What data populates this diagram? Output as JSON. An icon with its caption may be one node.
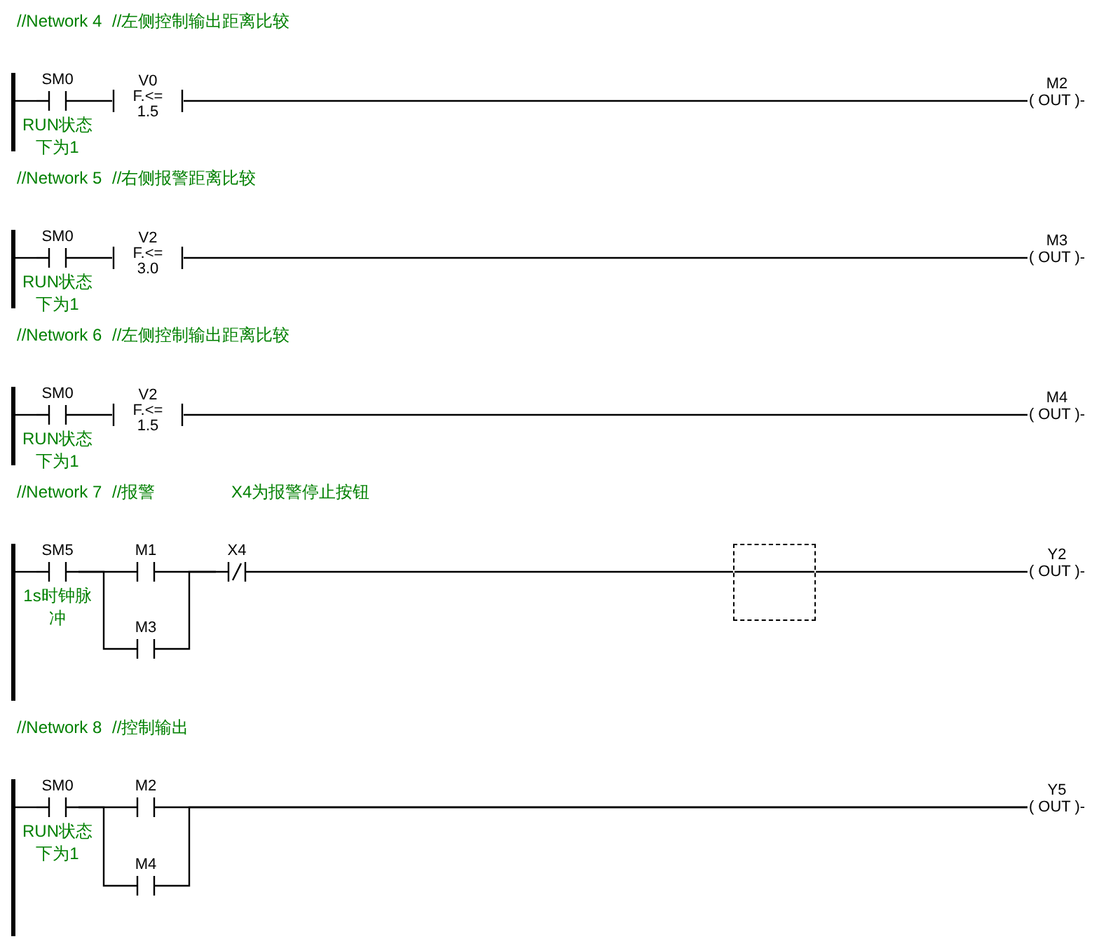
{
  "diagram": {
    "nodes": [
      {
        "text": [],
        "shape": "bar"
      },
      {
        "text": [
          "SM0"
        ],
        "beside": [
          "RUN状态下为1"
        ]
      },
      {
        "text": [
          "V0",
          "F.<=",
          "1.5"
        ]
      },
      {
        "text": [
          "M2",
          "( OUT )-"
        ]
      },
      {
        "text": [],
        "shape": "bar"
      },
      {
        "text": [
          "SM0"
        ],
        "beside": [
          "RUN状态下为1"
        ]
      },
      {
        "text": [
          "V2",
          "F.<=",
          "3.0"
        ]
      },
      {
        "text": [
          "M3",
          "( OUT )-"
        ]
      },
      {
        "text": [],
        "shape": "bar"
      },
      {
        "text": [
          "SM0"
        ],
        "beside": [
          "RUN状态下为1"
        ]
      },
      {
        "text": [
          "V2",
          "F.<=",
          "1.5"
        ]
      },
      {
        "text": [
          "M4",
          "( OUT )-"
        ]
      },
      {
        "text": [],
        "shape": "bar"
      },
      {
        "text": [
          "SM5"
        ],
        "beside": [
          "1s时钟脉冲"
        ]
      },
      {
        "text": [
          "M1"
        ]
      },
      {
        "text": [
          "M3"
        ]
      },
      {
        "text": [
          "X4"
        ]
      },
      {
        "text": [],
        "shape": "box"
      },
      {
        "text": [
          "Y2",
          "( OUT )-"
        ]
      },
      {
        "text": [],
        "shape": "bar"
      },
      {
        "text": [
          "SM0"
        ],
        "beside": [
          "RUN状态下为1"
        ]
      },
      {
        "text": [
          "M2"
        ]
      },
      {
        "text": [
          "M4"
        ]
      },
      {
        "text": [
          "Y5",
          "( OUT )-"
        ]
      }
    ],
    "edges": [
      {
        "from": 0,
        "to": 1,
        "arrow": "none"
      },
      {
        "from": 1,
        "to": 2,
        "arrow": "none"
      },
      {
        "from": 2,
        "to": 3,
        "arrow": "none"
      },
      {
        "from": 4,
        "to": 5,
        "arrow": "none"
      },
      {
        "from": 5,
        "to": 6,
        "arrow": "none"
      },
      {
        "from": 6,
        "to": 7,
        "arrow": "none"
      },
      {
        "from": 8,
        "to": 9,
        "arrow": "none"
      },
      {
        "from": 9,
        "to": 10,
        "arrow": "none"
      },
      {
        "from": 10,
        "to": 11,
        "arrow": "none"
      },
      {
        "from": 12,
        "to": 13,
        "arrow": "none"
      },
      {
        "from": 13,
        "to": 14,
        "arrow": "none"
      },
      {
        "from": 13,
        "to": 15,
        "arrow": "none"
      },
      {
        "from": 14,
        "to": 16,
        "arrow": "none"
      },
      {
        "from": 15,
        "to": 16,
        "arrow": "none"
      },
      {
        "from": 16,
        "to": 17,
        "arrow": "none"
      },
      {
        "from": 17,
        "to": 18,
        "arrow": "none"
      },
      {
        "from": 19,
        "to": 20,
        "arrow": "none"
      },
      {
        "from": 20,
        "to": 21,
        "arrow": "none"
      },
      {
        "from": 20,
        "to": 22,
        "arrow": "none"
      },
      {
        "from": 21,
        "to": 23,
        "arrow": "none"
      },
      {
        "from": 22,
        "to": 23,
        "arrow": "none"
      }
    ],
    "labels": [
      "//Network 4",
      "//左侧控制输出距离比较",
      "//Network 5",
      "//右侧报警距离比较",
      "//Network 6",
      "//左侧控制输出距离比较",
      "//Network 7",
      "//报警",
      "X4为报警停止按钮",
      "//Network 8",
      "//控制输出"
    ]
  }
}
